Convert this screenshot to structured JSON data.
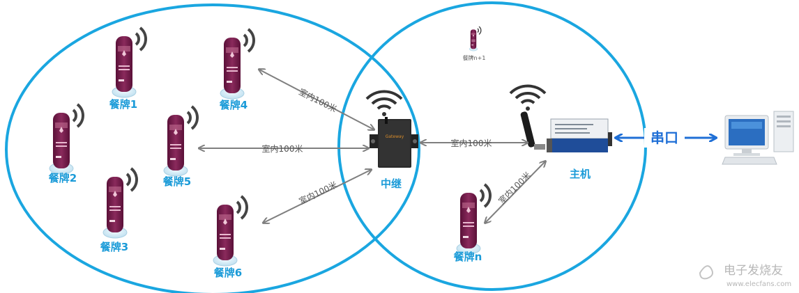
{
  "tags": {
    "tag1": "餐牌1",
    "tag2": "餐牌2",
    "tag3": "餐牌3",
    "tag4": "餐牌4",
    "tag5": "餐牌5",
    "tag6": "餐牌6",
    "tagn": "餐牌n",
    "tagn1": "餐牌n+1"
  },
  "relay": {
    "label": "中继",
    "device_text": "Gateway"
  },
  "host": {
    "label": "主机"
  },
  "links": {
    "indoor": "室内100米",
    "serial": "串口"
  },
  "watermark": {
    "name": "电子发烧友",
    "url": "www.elecfans.com"
  },
  "colors": {
    "circle": "#1aa6e0",
    "label": "#1b9bd8",
    "serial": "#1f6fd6",
    "tag": "#7a1f4f",
    "arrow": "#7f7f7f"
  }
}
